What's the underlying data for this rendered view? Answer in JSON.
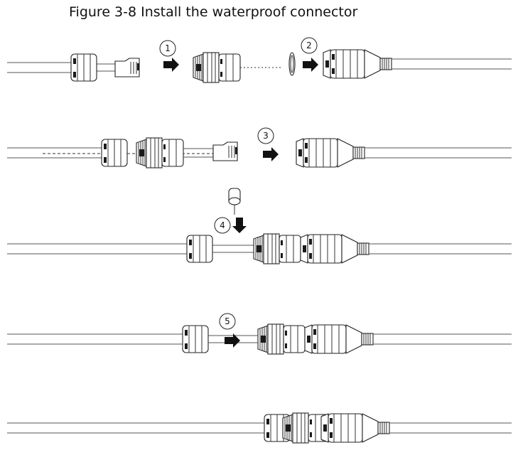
{
  "figure": {
    "title": "Figure 3-8 Install the waterproof connector"
  },
  "steps": [
    {
      "number": "1"
    },
    {
      "number": "2"
    },
    {
      "number": "3"
    },
    {
      "number": "4"
    },
    {
      "number": "5"
    }
  ]
}
